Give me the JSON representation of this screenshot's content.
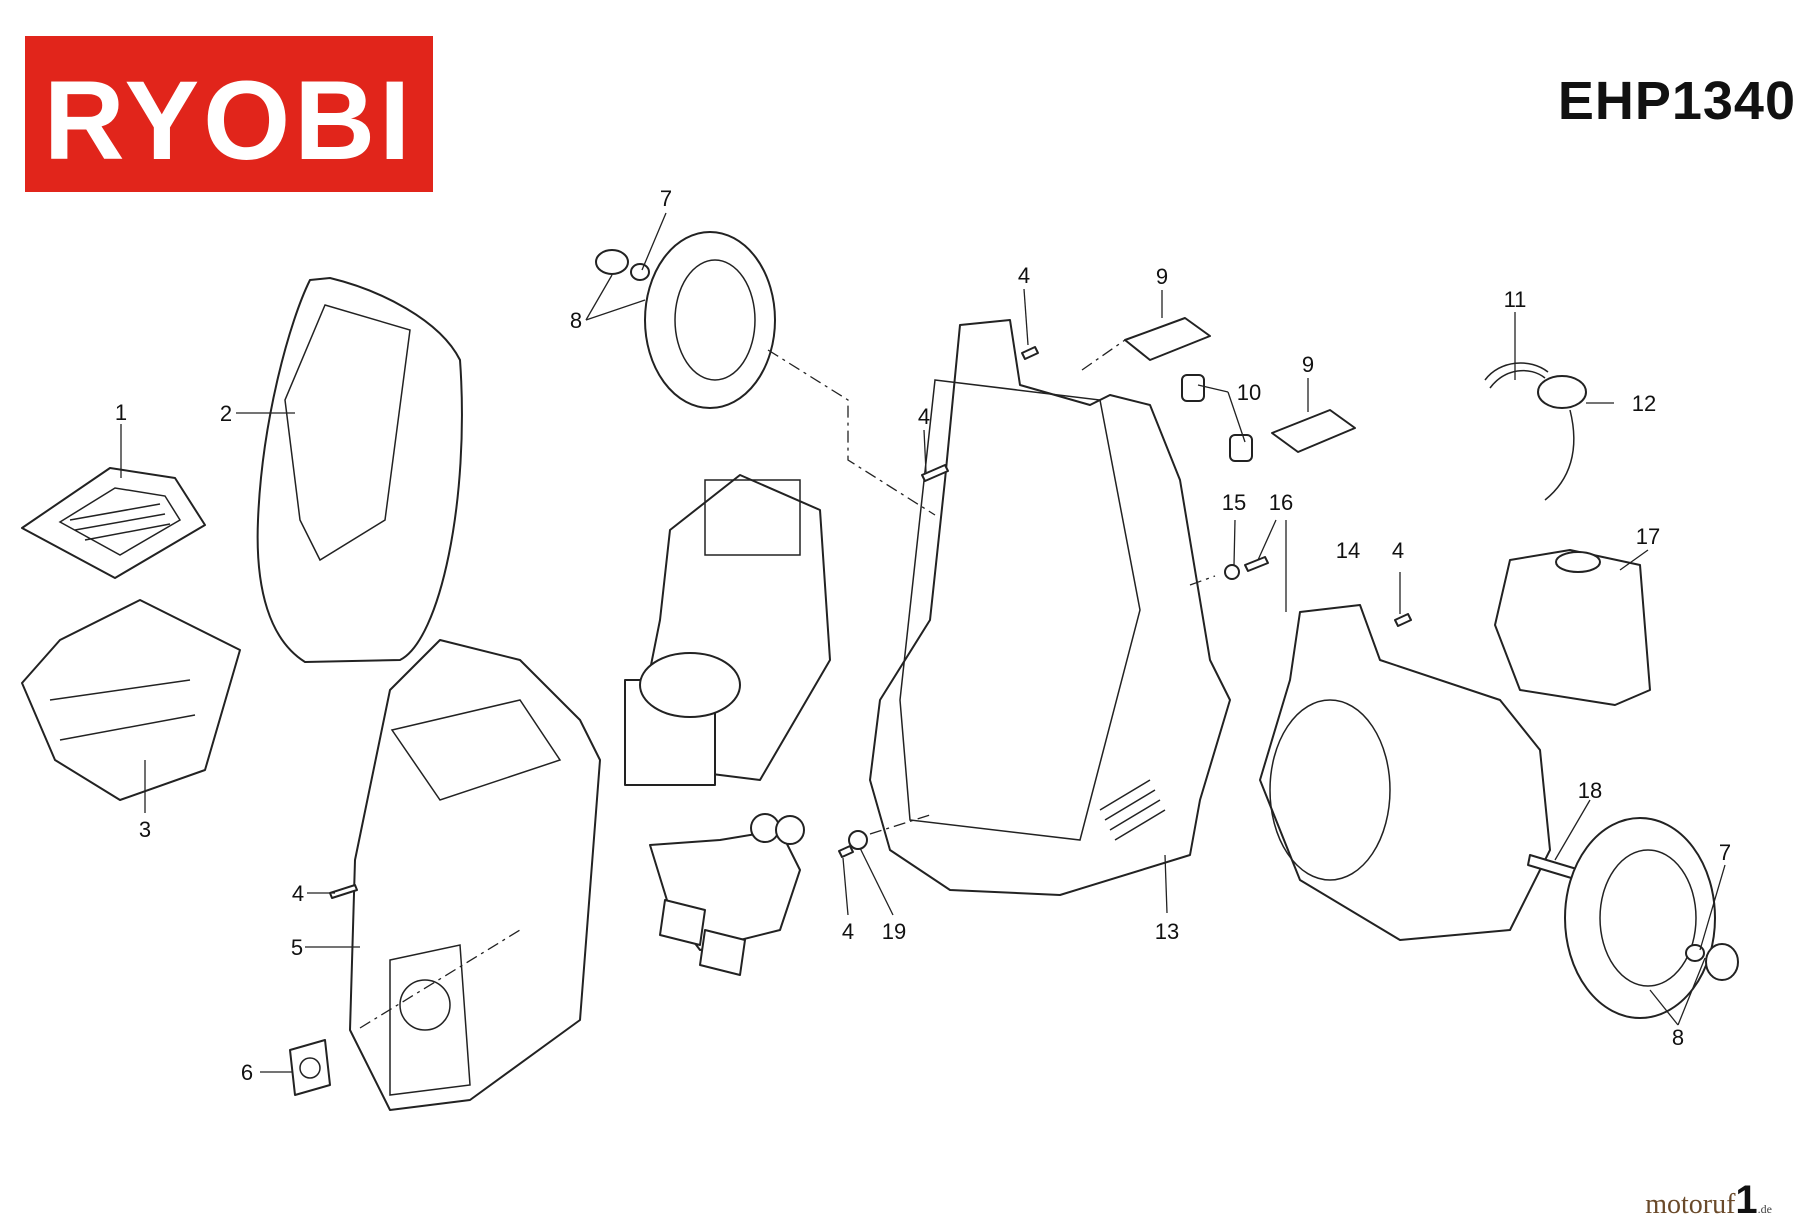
{
  "brand": {
    "logo_text": "RYOBI",
    "logo_color": "#e1251b"
  },
  "model": "EHP1340",
  "callouts": {
    "c1": "1",
    "c2": "2",
    "c3": "3",
    "c4a": "4",
    "c4b": "4",
    "c4c": "4",
    "c4d": "4",
    "c4e": "4",
    "c5": "5",
    "c6": "6",
    "c7a": "7",
    "c7b": "7",
    "c8a": "8",
    "c8b": "8",
    "c9a": "9",
    "c9b": "9",
    "c10": "10",
    "c11": "11",
    "c12": "12",
    "c13": "13",
    "c14": "14",
    "c15": "15",
    "c16": "16",
    "c17": "17",
    "c18": "18",
    "c19": "19"
  },
  "watermark": {
    "brand": "motoruf",
    "page": "1",
    "suffix": ".de"
  }
}
